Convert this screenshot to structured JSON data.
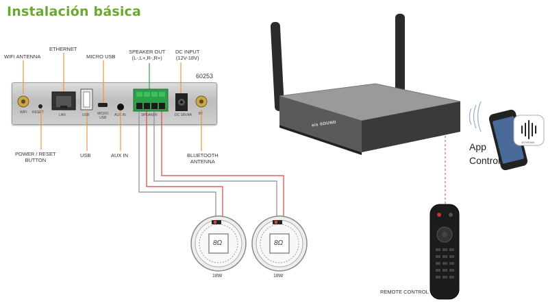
{
  "title": "Instalación básica",
  "model": "60253",
  "top_labels": {
    "wifi_antenna": "WIFI ANTENNA",
    "ethernet": "ETHERNET",
    "micro_usb": "MICRO USB",
    "speaker_out_line1": "SPEAKER OUT",
    "speaker_out_line2": "(L-,L+,R-,R+)",
    "dc_input_line1": "DC INPUT",
    "dc_input_line2": "(12V-18V)"
  },
  "bottom_labels": {
    "power_reset_line1": "POWER / RESET",
    "power_reset_line2": "BUTTON",
    "usb": "USB",
    "aux_in": "AUX IN",
    "bluetooth_line1": "BLUETOOTH",
    "bluetooth_line2": "ANTENNA"
  },
  "panel_labels": {
    "wifi": "WIFI",
    "reset": "RESET",
    "lan": "LAN",
    "usb": "USB",
    "micro_usb_line1": "MICRO",
    "micro_usb_line2": "USB",
    "aux_in": "AUX IN",
    "speaker": "SPEAKER",
    "dc": "DC 18V/4A",
    "bt": "BT"
  },
  "speakers": [
    {
      "impedance": "8Ω",
      "power": "18W"
    },
    {
      "impedance": "8Ω",
      "power": "18W"
    }
  ],
  "router_brand": "eis SOUND",
  "app_label_line1": "App",
  "app_label_line2": "Control",
  "app_icon_text": "4STREAM",
  "remote_label": "REMOTE CONTROL",
  "colors": {
    "title": "#6aa832",
    "leader": "#e8963a",
    "wire_red": "#d9443a",
    "wire_grey": "#8a8a8a",
    "terminal_green": "#2e9e4a"
  }
}
